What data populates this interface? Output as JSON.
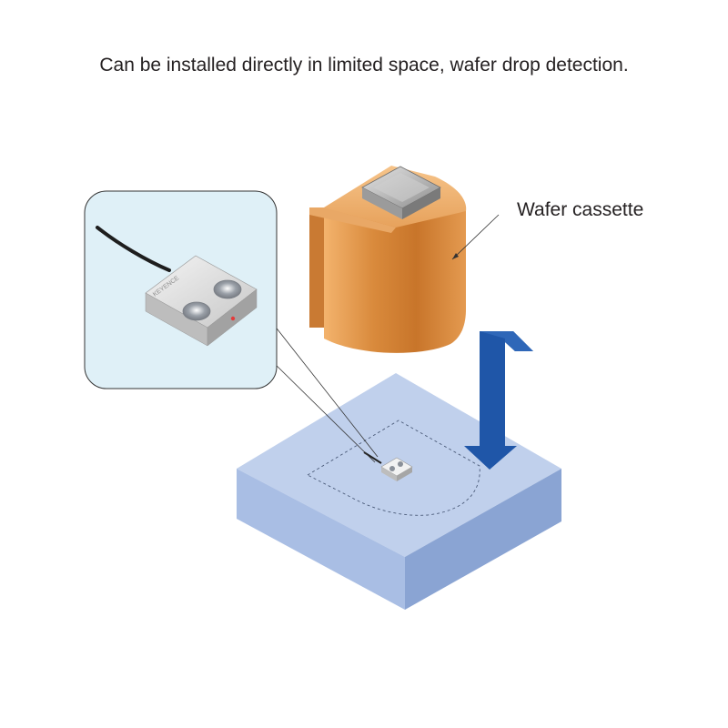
{
  "heading": "Can be installed directly in limited space, wafer drop detection.",
  "callouts": {
    "wafer_cassette": "Wafer cassette"
  },
  "sensor": {
    "brand_marking": "KEYENCE"
  },
  "colors": {
    "platform_top": "#c0d0ec",
    "platform_left": "#a8bde4",
    "platform_right": "#8aa4d3",
    "cassette": "#d9893e",
    "arrow": "#1f56a8",
    "zoom_box_fill": "#dff0f7"
  },
  "icons": [
    "down-arrow-icon"
  ]
}
